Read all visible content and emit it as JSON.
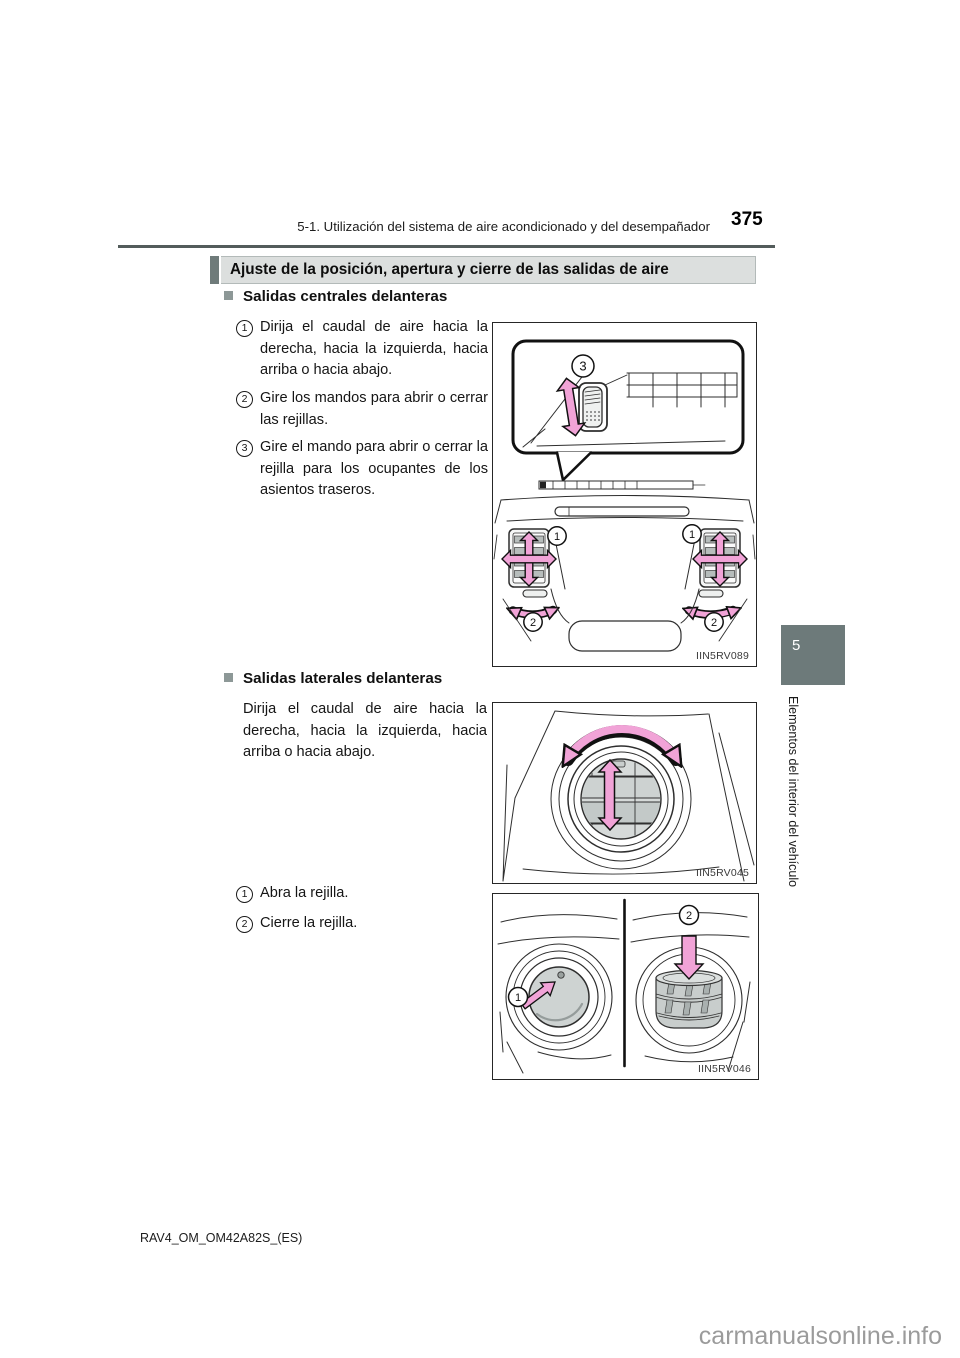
{
  "header": {
    "breadcrumb": "5-1. Utilización del sistema de aire acondicionado y del desempañador",
    "page_number": "375"
  },
  "banner": {
    "title": "Ajuste de la posición, apertura y cierre de las salidas de aire"
  },
  "sections": [
    {
      "title": "Salidas centrales delanteras",
      "steps": [
        {
          "num": "1",
          "text": "Dirija el caudal de aire hacia la derecha, hacia la izquierda, hacia arriba o hacia abajo."
        },
        {
          "num": "2",
          "text": "Gire los mandos para abrir o cerrar las rejillas."
        },
        {
          "num": "3",
          "text": "Gire el mando para abrir o cerrar la rejilla para los ocupan­tes de los asientos traseros."
        }
      ]
    },
    {
      "title": "Salidas laterales delanteras",
      "intro": "Dirija el caudal de aire hacia la derecha, hacia la izquierda, hacia arriba o hacia abajo.",
      "steps": [
        {
          "num": "1",
          "text": "Abra la rejilla."
        },
        {
          "num": "2",
          "text": "Cierre la rejilla."
        }
      ]
    }
  ],
  "figures": {
    "fig1": {
      "caption": "IIN5RV089",
      "label_vent": "1",
      "label_knob": "2",
      "label_rear": "3"
    },
    "fig2": {
      "caption": "IIN5RV045"
    },
    "fig3": {
      "caption": "IIN5RV046",
      "label_open": "1",
      "label_close": "2"
    }
  },
  "sidebar": {
    "chapter_number": "5",
    "chapter_label": "Elementos del interior del vehículo"
  },
  "footer": {
    "document_code": "RAV4_OM_OM42A82S_(ES)"
  },
  "watermark": "carmanualsonline.info",
  "colors": {
    "arrow_pink": "#f1a3d7",
    "tab_gray": "#6d7a7a",
    "banner_bg": "#dcdfde",
    "banner_accent": "#6f7b7a",
    "rule_gray": "#535c5b"
  }
}
